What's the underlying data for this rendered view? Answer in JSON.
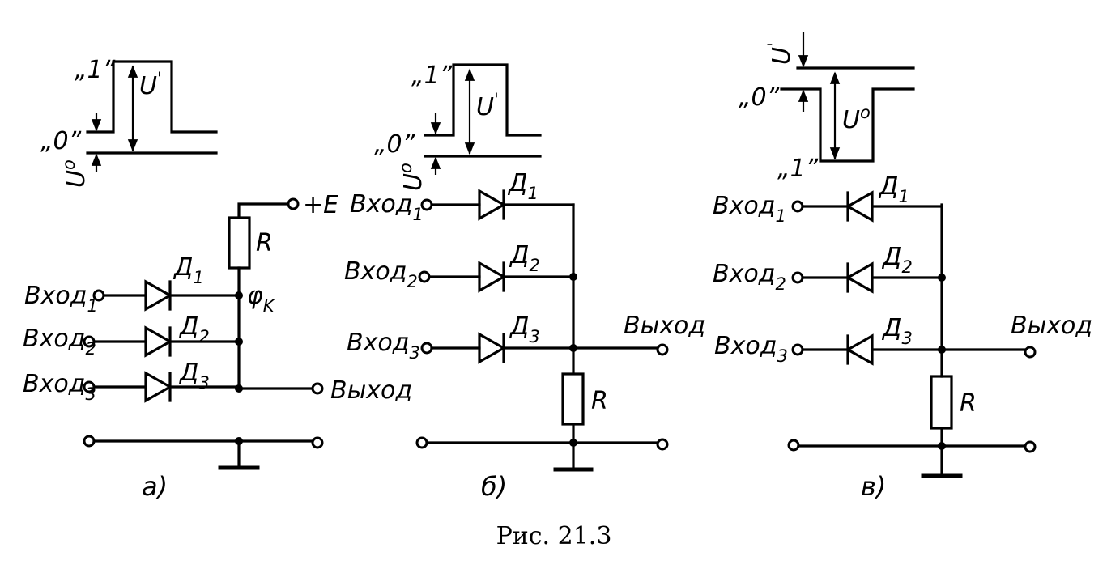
{
  "caption": "Рис. 21.3",
  "colors": {
    "ink": "#000000",
    "paper": "#ffffff"
  },
  "panels": {
    "a": {
      "part_label": "a)",
      "waveform": {
        "level_one": "„1”",
        "level_zero": "„0”",
        "u_high": "U",
        "u_high_mark": "'",
        "u_low": "U",
        "u_low_mark": "o"
      },
      "inputs": [
        {
          "text": "Вход",
          "index": "1"
        },
        {
          "text": "Вход",
          "index": "2"
        },
        {
          "text": "Вход",
          "index": "3"
        }
      ],
      "diodes": [
        {
          "text": "Д",
          "index": "1"
        },
        {
          "text": "Д",
          "index": "2"
        },
        {
          "text": "Д",
          "index": "3"
        }
      ],
      "resistor": "R",
      "supply": "+E",
      "node_potential": {
        "text": "φ",
        "index": "K"
      },
      "output": "Выход"
    },
    "b": {
      "part_label": "б)",
      "waveform": {
        "level_one": "„1”",
        "level_zero": "„0”",
        "u_high": "U",
        "u_high_mark": "'",
        "u_low": "U",
        "u_low_mark": "o"
      },
      "inputs": [
        {
          "text": "Вход",
          "index": "1"
        },
        {
          "text": "Вход",
          "index": "2"
        },
        {
          "text": "Вход",
          "index": "3"
        }
      ],
      "diodes": [
        {
          "text": "Д",
          "index": "1"
        },
        {
          "text": "Д",
          "index": "2"
        },
        {
          "text": "Д",
          "index": "3"
        }
      ],
      "resistor": "R",
      "output": "Выход"
    },
    "c": {
      "part_label": "в)",
      "waveform": {
        "level_one": "„1”",
        "level_zero": "„0”",
        "u_high": "U",
        "u_high_mark": "'",
        "u_low": "U",
        "u_low_mark": "o"
      },
      "inputs": [
        {
          "text": "Вход",
          "index": "1"
        },
        {
          "text": "Вход",
          "index": "2"
        },
        {
          "text": "Вход",
          "index": "3"
        }
      ],
      "diodes": [
        {
          "text": "Д",
          "index": "1"
        },
        {
          "text": "Д",
          "index": "2"
        },
        {
          "text": "Д",
          "index": "3"
        }
      ],
      "resistor": "R",
      "output": "Выход"
    }
  }
}
